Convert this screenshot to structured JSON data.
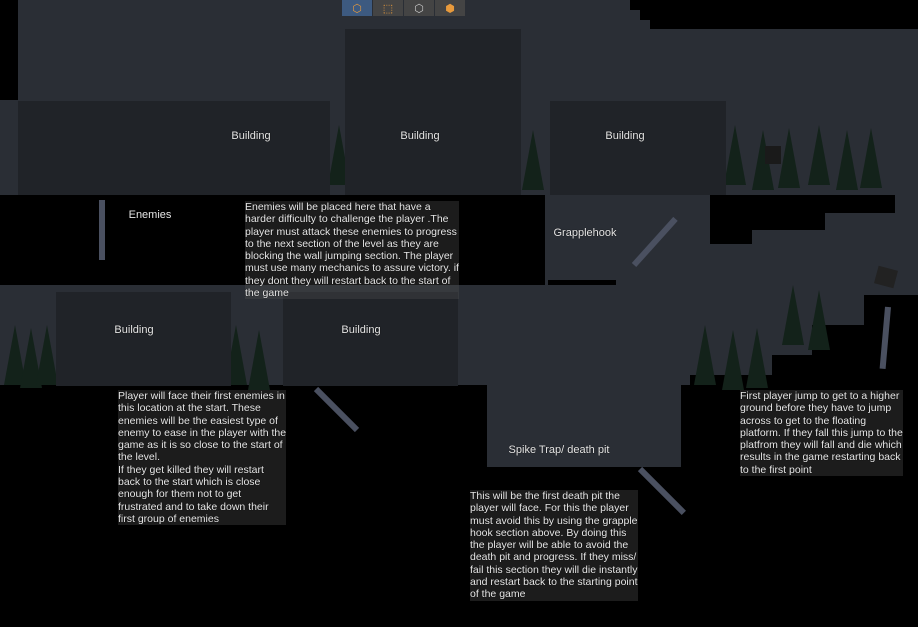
{
  "toolbar": {
    "tools": [
      {
        "icon": "cube-icon",
        "active": true
      },
      {
        "icon": "rect-select-icon",
        "active": false
      },
      {
        "icon": "cube-outline-icon",
        "active": false
      },
      {
        "icon": "cube-solid-icon",
        "active": false
      }
    ]
  },
  "buildings": [
    "Building",
    "Building",
    "Building",
    "Building",
    "Building"
  ],
  "labels": {
    "enemies": "Enemies",
    "grapplehook": "Grapplehook",
    "spike_trap": "Spike Trap/ death pit"
  },
  "notes": {
    "enemies_hard": "Enemies will be placed here that have a\nharder difficulty to challenge the player .The\nplayer must attack these enemies to progress\nto the next section of the level as they are\nblocking the wall jumping section. The player\nmust use many mechanics to assure victory. if\nthey dont they will restart back to the start of\nthe game",
    "first_enemies": "Player will face their first enemies in\nthis location at the start. These\nenemies will be the easiest type of\nenemy to ease in the player with the\ngame as it is so close to the start of\nthe level.\nIf they get killed they will restart\nback to the start which is close\nenough for them not to get\nfrustrated and to take down their\nfirst group of enemies",
    "death_pit": "This will be the first death pit the\nplayer will face. For this the player\nmust avoid this by using the grapple\nhook section above. By doing this\nthe player will be able to avoid the\ndeath pit and progress. If they miss/\nfail this section they will die instantly\nand restart back to the starting point\nof the game",
    "first_jump": "First player jump to get to a higher\nground before they have to jump\nacross to get to the floating\nplatform. If they fall this jump to the\nplatfrom they will fall and die which\nresults in the game restarting back\nto the first point"
  }
}
